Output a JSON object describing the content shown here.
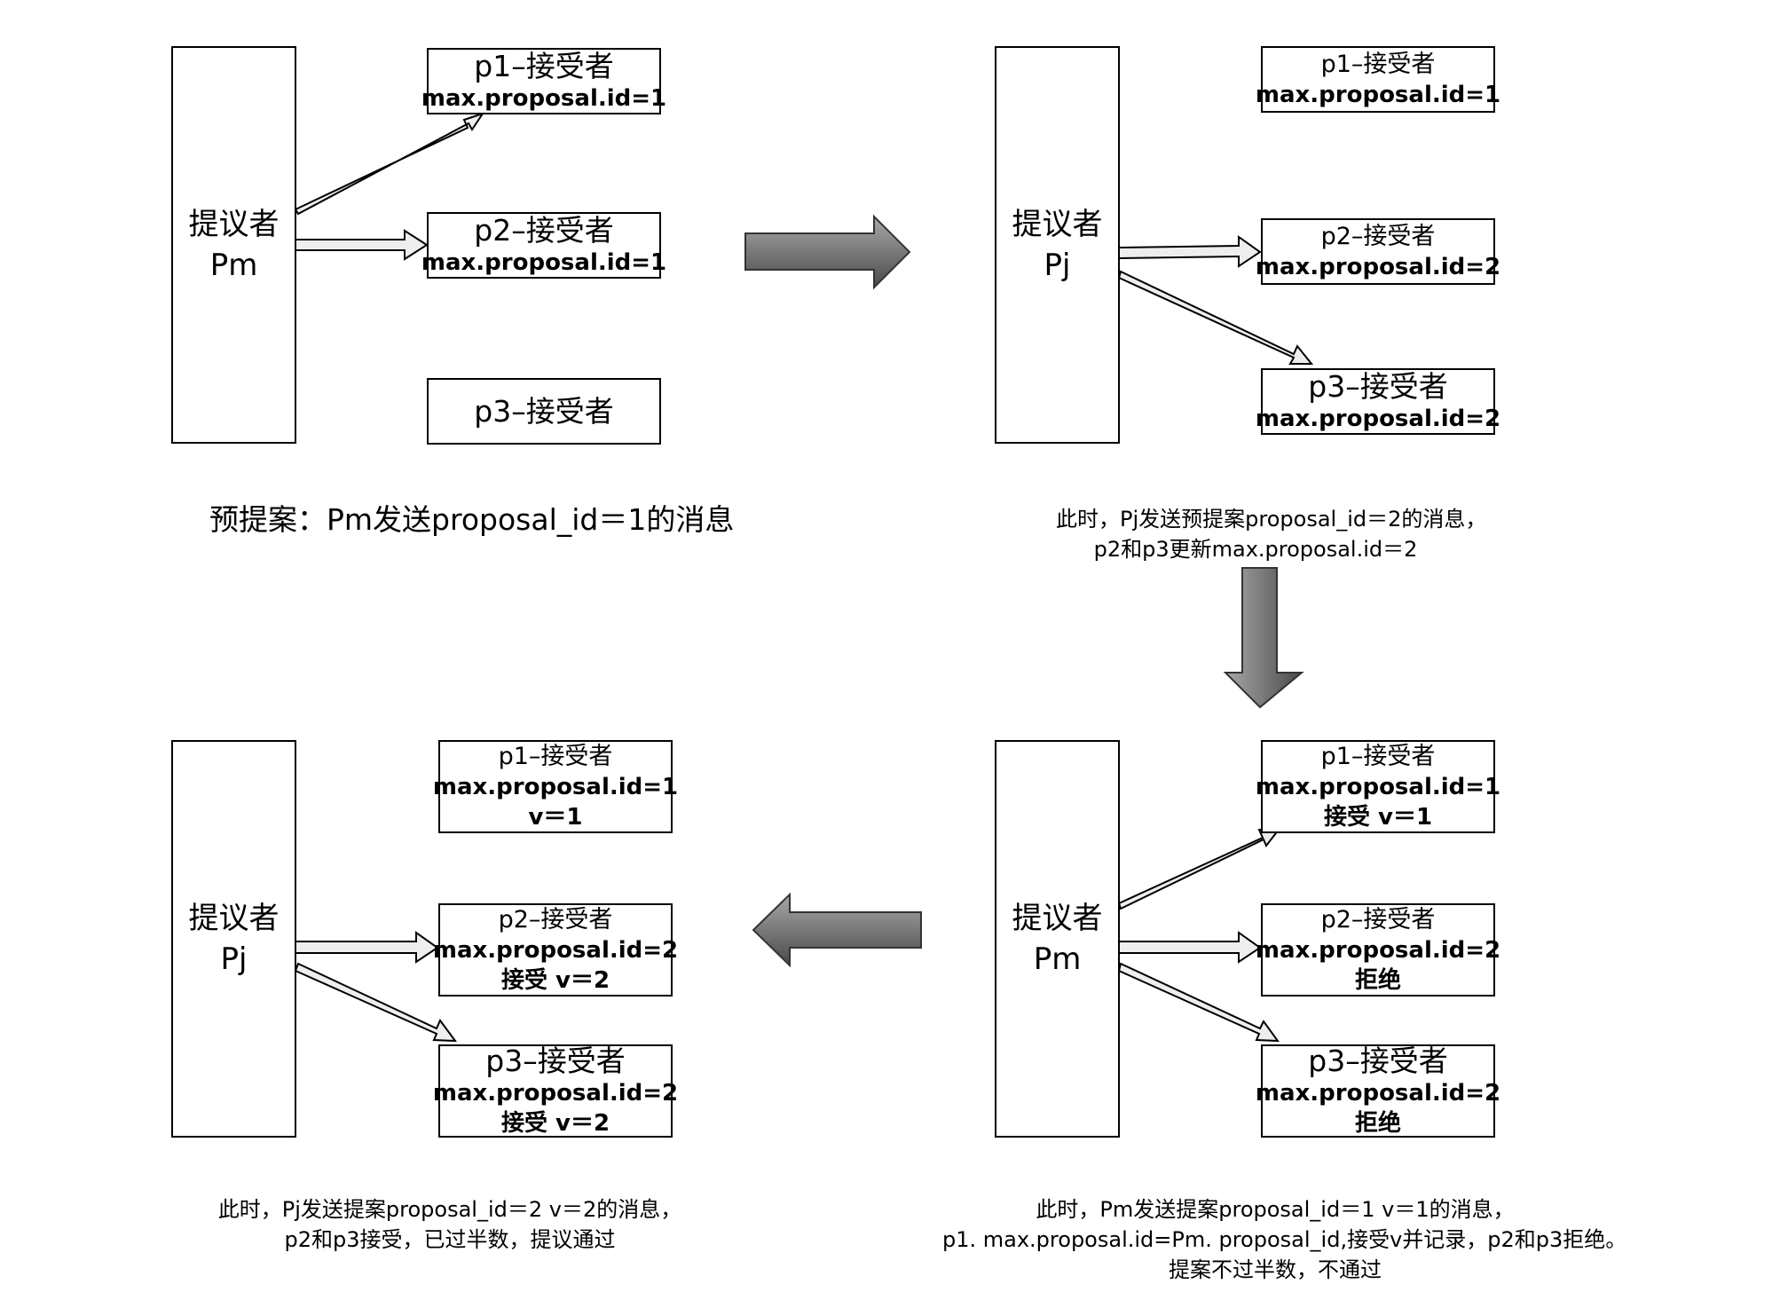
{
  "panels": {
    "top_left": {
      "proposer": [
        "提议者",
        "Pm"
      ],
      "acceptors": [
        {
          "name": "p1–接受者",
          "lines": [
            "max.proposal.id=1"
          ]
        },
        {
          "name": "p2–接受者",
          "lines": [
            "max.proposal.id=1"
          ]
        },
        {
          "name": "p3–接受者",
          "lines": []
        }
      ],
      "caption": [
        "预提案：Pm发送proposal_id＝1的消息"
      ]
    },
    "top_right": {
      "proposer": [
        "提议者",
        "Pj"
      ],
      "acceptors": [
        {
          "name": "p1–接受者",
          "lines": [
            "max.proposal.id=1"
          ]
        },
        {
          "name": "p2–接受者",
          "lines": [
            "max.proposal.id=2"
          ]
        },
        {
          "name": "p3–接受者",
          "lines": [
            "max.proposal.id=2"
          ]
        }
      ],
      "caption": [
        "此时，Pj发送预提案proposal_id＝2的消息，",
        "p2和p3更新max.proposal.id＝2"
      ]
    },
    "bottom_right": {
      "proposer": [
        "提议者",
        "Pm"
      ],
      "acceptors": [
        {
          "name": "p1–接受者",
          "lines": [
            "max.proposal.id=1",
            "接受 v＝1"
          ]
        },
        {
          "name": "p2–接受者",
          "lines": [
            "max.proposal.id=2",
            "拒绝"
          ]
        },
        {
          "name": "p3–接受者",
          "lines": [
            "max.proposal.id=2",
            "拒绝"
          ]
        }
      ],
      "caption": [
        "此时，Pm发送提案proposal_id＝1 v＝1的消息，",
        "p1. max.proposal.id=Pm. proposal_id,接受v并记录，p2和p3拒绝。",
        "提案不过半数，不通过"
      ]
    },
    "bottom_left": {
      "proposer": [
        "提议者",
        "Pj"
      ],
      "acceptors": [
        {
          "name": "p1–接受者",
          "lines": [
            "max.proposal.id=1",
            "v＝1"
          ]
        },
        {
          "name": "p2–接受者",
          "lines": [
            "max.proposal.id=2",
            "接受 v＝2"
          ]
        },
        {
          "name": "p3–接受者",
          "lines": [
            "max.proposal.id=2",
            "接受 v＝2"
          ]
        }
      ],
      "caption": [
        "此时，Pj发送提案proposal_id＝2 v＝2的消息，",
        "p2和p3接受，已过半数，提议通过"
      ]
    }
  },
  "colors": {
    "border": "#000000",
    "message_arrow_fill": "#eeeeee",
    "flow_arrow_light": "#9a9a9a",
    "flow_arrow_dark": "#4a4a4a"
  }
}
